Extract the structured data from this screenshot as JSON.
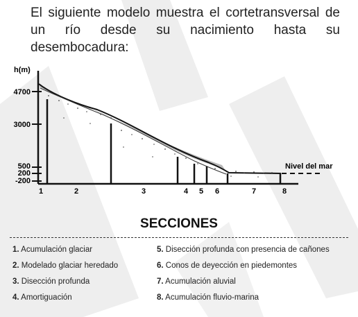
{
  "intro_text": "El siguiente modelo muestra el cortetransversal de un río desde su nacimiento hasta su desembocadura:",
  "diagram": {
    "y_axis_label": "h(m)",
    "y_ticks": [
      "4700",
      "3000",
      "500",
      "200",
      "-200"
    ],
    "sea_level_label": "Nivel del mar",
    "section_numbers": [
      "1",
      "2",
      "3",
      "4",
      "5",
      "6",
      "7",
      "8"
    ]
  },
  "sections_title": "SECCIONES",
  "legend": [
    {
      "num": "1.",
      "text": "Acumulación glaciar"
    },
    {
      "num": "2.",
      "text": "Modelado glaciar heredado"
    },
    {
      "num": "3.",
      "text": "Disección profunda"
    },
    {
      "num": "4.",
      "text": "Amortiguación"
    },
    {
      "num": "5.",
      "text": "Disección profunda con presencia de cañones"
    },
    {
      "num": "6.",
      "text": "Conos de deyección en piedemontes"
    },
    {
      "num": "7.",
      "text": "Acumulación aluvial"
    },
    {
      "num": "8.",
      "text": "Acumulación fluvio-marina"
    }
  ],
  "colors": {
    "watermark": "#e6e6e6",
    "sediment": "#b8b8b8",
    "ink": "#111111"
  }
}
